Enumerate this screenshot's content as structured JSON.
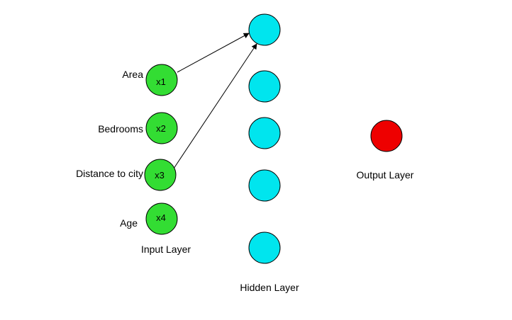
{
  "diagram": {
    "title": "neural-network-diagram",
    "input_layer": {
      "label": "Input Layer",
      "nodes": [
        {
          "id": "x1",
          "label": "Area"
        },
        {
          "id": "x2",
          "label": "Bedrooms"
        },
        {
          "id": "x3",
          "label": "Distance to city"
        },
        {
          "id": "x4",
          "label": "Age"
        }
      ]
    },
    "hidden_layer": {
      "label": "Hidden Layer",
      "node_count": 5
    },
    "output_layer": {
      "label": "Output Layer",
      "node_count": 1
    },
    "edges": [
      {
        "from": "x1",
        "to": "hidden-1"
      },
      {
        "from": "x3",
        "to": "hidden-1"
      }
    ],
    "colors": {
      "input_node": "#33DD33",
      "hidden_node": "#00E5EE",
      "output_node": "#EE0000",
      "node_stroke": "#000000",
      "edge": "#000000"
    }
  }
}
